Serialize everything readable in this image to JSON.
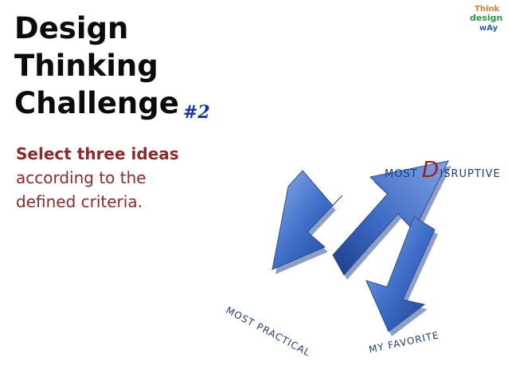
{
  "slide": {
    "title_lines": [
      "Design",
      "Thinking",
      "Challenge"
    ],
    "challenge_number": "#2",
    "subtitle_bold": "Select three ideas",
    "subtitle_lines": [
      "according to the",
      "defined criteria."
    ]
  },
  "logo": {
    "lines": [
      "Think",
      "design",
      "wAy"
    ]
  },
  "labels": {
    "most_disruptive_prefix": "MOST",
    "most_disruptive_initial": "D",
    "most_disruptive_rest": "ISRUPTIVE",
    "most_practical": "MOST PRACTICAL",
    "my_favorite": "MY FAVORITE"
  },
  "colors": {
    "arrow_blue": "#3f6fca",
    "arrow_dark": "#1d3d8a",
    "title": "#0b0b0b",
    "subtitle": "#8d2a2a",
    "accent_number": "#0b3c9c"
  }
}
